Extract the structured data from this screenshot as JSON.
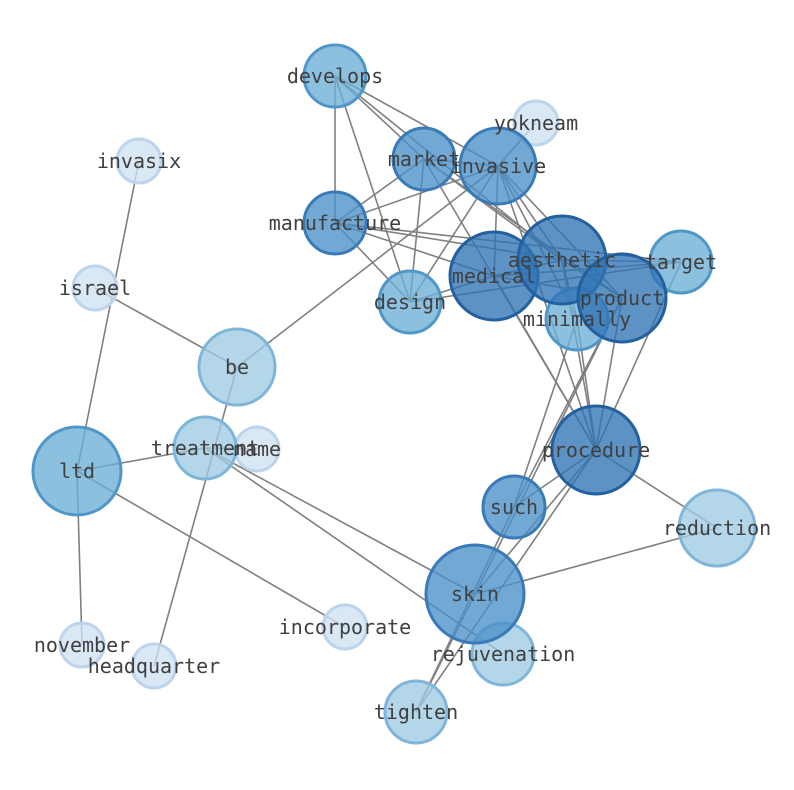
{
  "graph": {
    "nodes": [
      {
        "id": "develops",
        "label": "develops",
        "weight": 2
      },
      {
        "id": "yokneam",
        "label": "yokneam",
        "weight": 0
      },
      {
        "id": "market",
        "label": "market",
        "weight": 3
      },
      {
        "id": "invasive",
        "label": "invasive",
        "weight": 3
      },
      {
        "id": "invasix",
        "label": "invasix",
        "weight": 0
      },
      {
        "id": "manufacture",
        "label": "manufacture",
        "weight": 3
      },
      {
        "id": "aesthetic",
        "label": "aesthetic",
        "weight": 4
      },
      {
        "id": "target",
        "label": "target",
        "weight": 2
      },
      {
        "id": "medical",
        "label": "medical",
        "weight": 4
      },
      {
        "id": "product",
        "label": "product",
        "weight": 4
      },
      {
        "id": "israel",
        "label": "israel",
        "weight": 0
      },
      {
        "id": "design",
        "label": "design",
        "weight": 2
      },
      {
        "id": "minimally",
        "label": "minimally",
        "weight": 2
      },
      {
        "id": "be",
        "label": "be",
        "weight": 1
      },
      {
        "id": "treatment",
        "label": "treatment",
        "weight": 1
      },
      {
        "id": "name",
        "label": "name",
        "weight": 0
      },
      {
        "id": "ltd",
        "label": "ltd",
        "weight": 2
      },
      {
        "id": "procedure",
        "label": "procedure",
        "weight": 4
      },
      {
        "id": "such",
        "label": "such",
        "weight": 3
      },
      {
        "id": "reduction",
        "label": "reduction",
        "weight": 1
      },
      {
        "id": "skin",
        "label": "skin",
        "weight": 3
      },
      {
        "id": "incorporate",
        "label": "incorporate",
        "weight": 0
      },
      {
        "id": "november",
        "label": "november",
        "weight": 0
      },
      {
        "id": "rejuvenation",
        "label": "rejuvenation",
        "weight": 1
      },
      {
        "id": "headquarter",
        "label": "headquarter",
        "weight": 0
      },
      {
        "id": "tighten",
        "label": "tighten",
        "weight": 1
      }
    ],
    "edges": [
      [
        "develops",
        "market"
      ],
      [
        "develops",
        "manufacture"
      ],
      [
        "develops",
        "design"
      ],
      [
        "develops",
        "invasive"
      ],
      [
        "develops",
        "aesthetic"
      ],
      [
        "market",
        "manufacture"
      ],
      [
        "market",
        "design"
      ],
      [
        "market",
        "invasive"
      ],
      [
        "market",
        "aesthetic"
      ],
      [
        "market",
        "product"
      ],
      [
        "market",
        "procedure"
      ],
      [
        "invasive",
        "design"
      ],
      [
        "invasive",
        "aesthetic"
      ],
      [
        "invasive",
        "product"
      ],
      [
        "invasive",
        "minimally"
      ],
      [
        "invasive",
        "procedure"
      ],
      [
        "invasive",
        "medical"
      ],
      [
        "invasive",
        "manufacture"
      ],
      [
        "invasive",
        "yokneam"
      ],
      [
        "invasive",
        "be"
      ],
      [
        "manufacture",
        "design"
      ],
      [
        "manufacture",
        "medical"
      ],
      [
        "manufacture",
        "aesthetic"
      ],
      [
        "manufacture",
        "target"
      ],
      [
        "aesthetic",
        "target"
      ],
      [
        "aesthetic",
        "product"
      ],
      [
        "aesthetic",
        "minimally"
      ],
      [
        "aesthetic",
        "procedure"
      ],
      [
        "aesthetic",
        "medical"
      ],
      [
        "medical",
        "product"
      ],
      [
        "medical",
        "target"
      ],
      [
        "medical",
        "design"
      ],
      [
        "product",
        "procedure"
      ],
      [
        "product",
        "such"
      ],
      [
        "product",
        "skin"
      ],
      [
        "target",
        "procedure"
      ],
      [
        "target",
        "design"
      ],
      [
        "minimally",
        "such"
      ],
      [
        "minimally",
        "procedure"
      ],
      [
        "procedure",
        "such"
      ],
      [
        "procedure",
        "reduction"
      ],
      [
        "procedure",
        "skin"
      ],
      [
        "procedure",
        "tighten"
      ],
      [
        "procedure",
        "medical"
      ],
      [
        "such",
        "tighten"
      ],
      [
        "skin",
        "reduction"
      ],
      [
        "skin",
        "tighten"
      ],
      [
        "skin",
        "treatment"
      ],
      [
        "treatment",
        "ltd"
      ],
      [
        "treatment",
        "rejuvenation"
      ],
      [
        "treatment",
        "name"
      ],
      [
        "ltd",
        "invasix"
      ],
      [
        "ltd",
        "november"
      ],
      [
        "ltd",
        "incorporate"
      ],
      [
        "israel",
        "be"
      ],
      [
        "be",
        "headquarter"
      ]
    ]
  },
  "colors": {
    "shades": [
      "#cfe0f2",
      "#9ecae1",
      "#6baed6",
      "#4a8fc8",
      "#2f73b5"
    ],
    "strokes": [
      "#bcd4ec",
      "#7fb5da",
      "#4f97c9",
      "#3a7ab8",
      "#23609f"
    ]
  }
}
